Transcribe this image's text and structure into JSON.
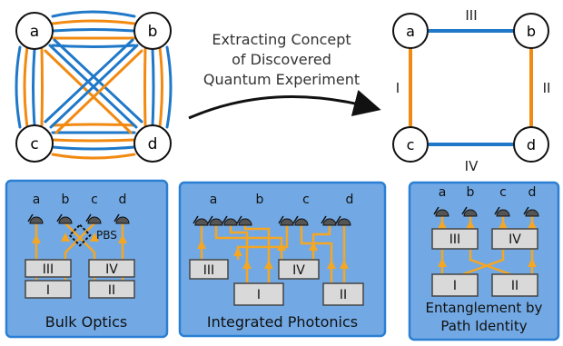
{
  "colors": {
    "orange": "#F28A12",
    "blue": "#1F78C8",
    "panel_fill": "#72A9E4",
    "panel_border": "#2A7FD4",
    "box_fill": "#D9D9D9",
    "beam": "#F5A623",
    "detector": "#555555",
    "arrow": "#111111"
  },
  "top": {
    "graph_nodes": [
      "a",
      "b",
      "c",
      "d"
    ],
    "caption_lines": [
      "Extracting Concept",
      "of Discovered",
      "Quantum Experiment"
    ],
    "edge_labels": {
      "top": "III",
      "left": "I",
      "right": "II",
      "bottom": "IV"
    }
  },
  "panels": {
    "bulk": {
      "title": "Bulk Optics",
      "detectors": [
        "a",
        "b",
        "c",
        "d"
      ],
      "pbs_label": "PBS",
      "sources": [
        "III",
        "IV",
        "I",
        "II"
      ]
    },
    "integrated": {
      "title": "Integrated Photonics",
      "detectors": [
        "a",
        "b",
        "c",
        "d"
      ],
      "sources": [
        "III",
        "IV",
        "I",
        "II"
      ]
    },
    "path": {
      "title_lines": [
        "Entanglement by",
        "Path Identity"
      ],
      "detectors": [
        "a",
        "b",
        "c",
        "d"
      ],
      "sources": [
        "III",
        "IV",
        "I",
        "II"
      ]
    }
  }
}
